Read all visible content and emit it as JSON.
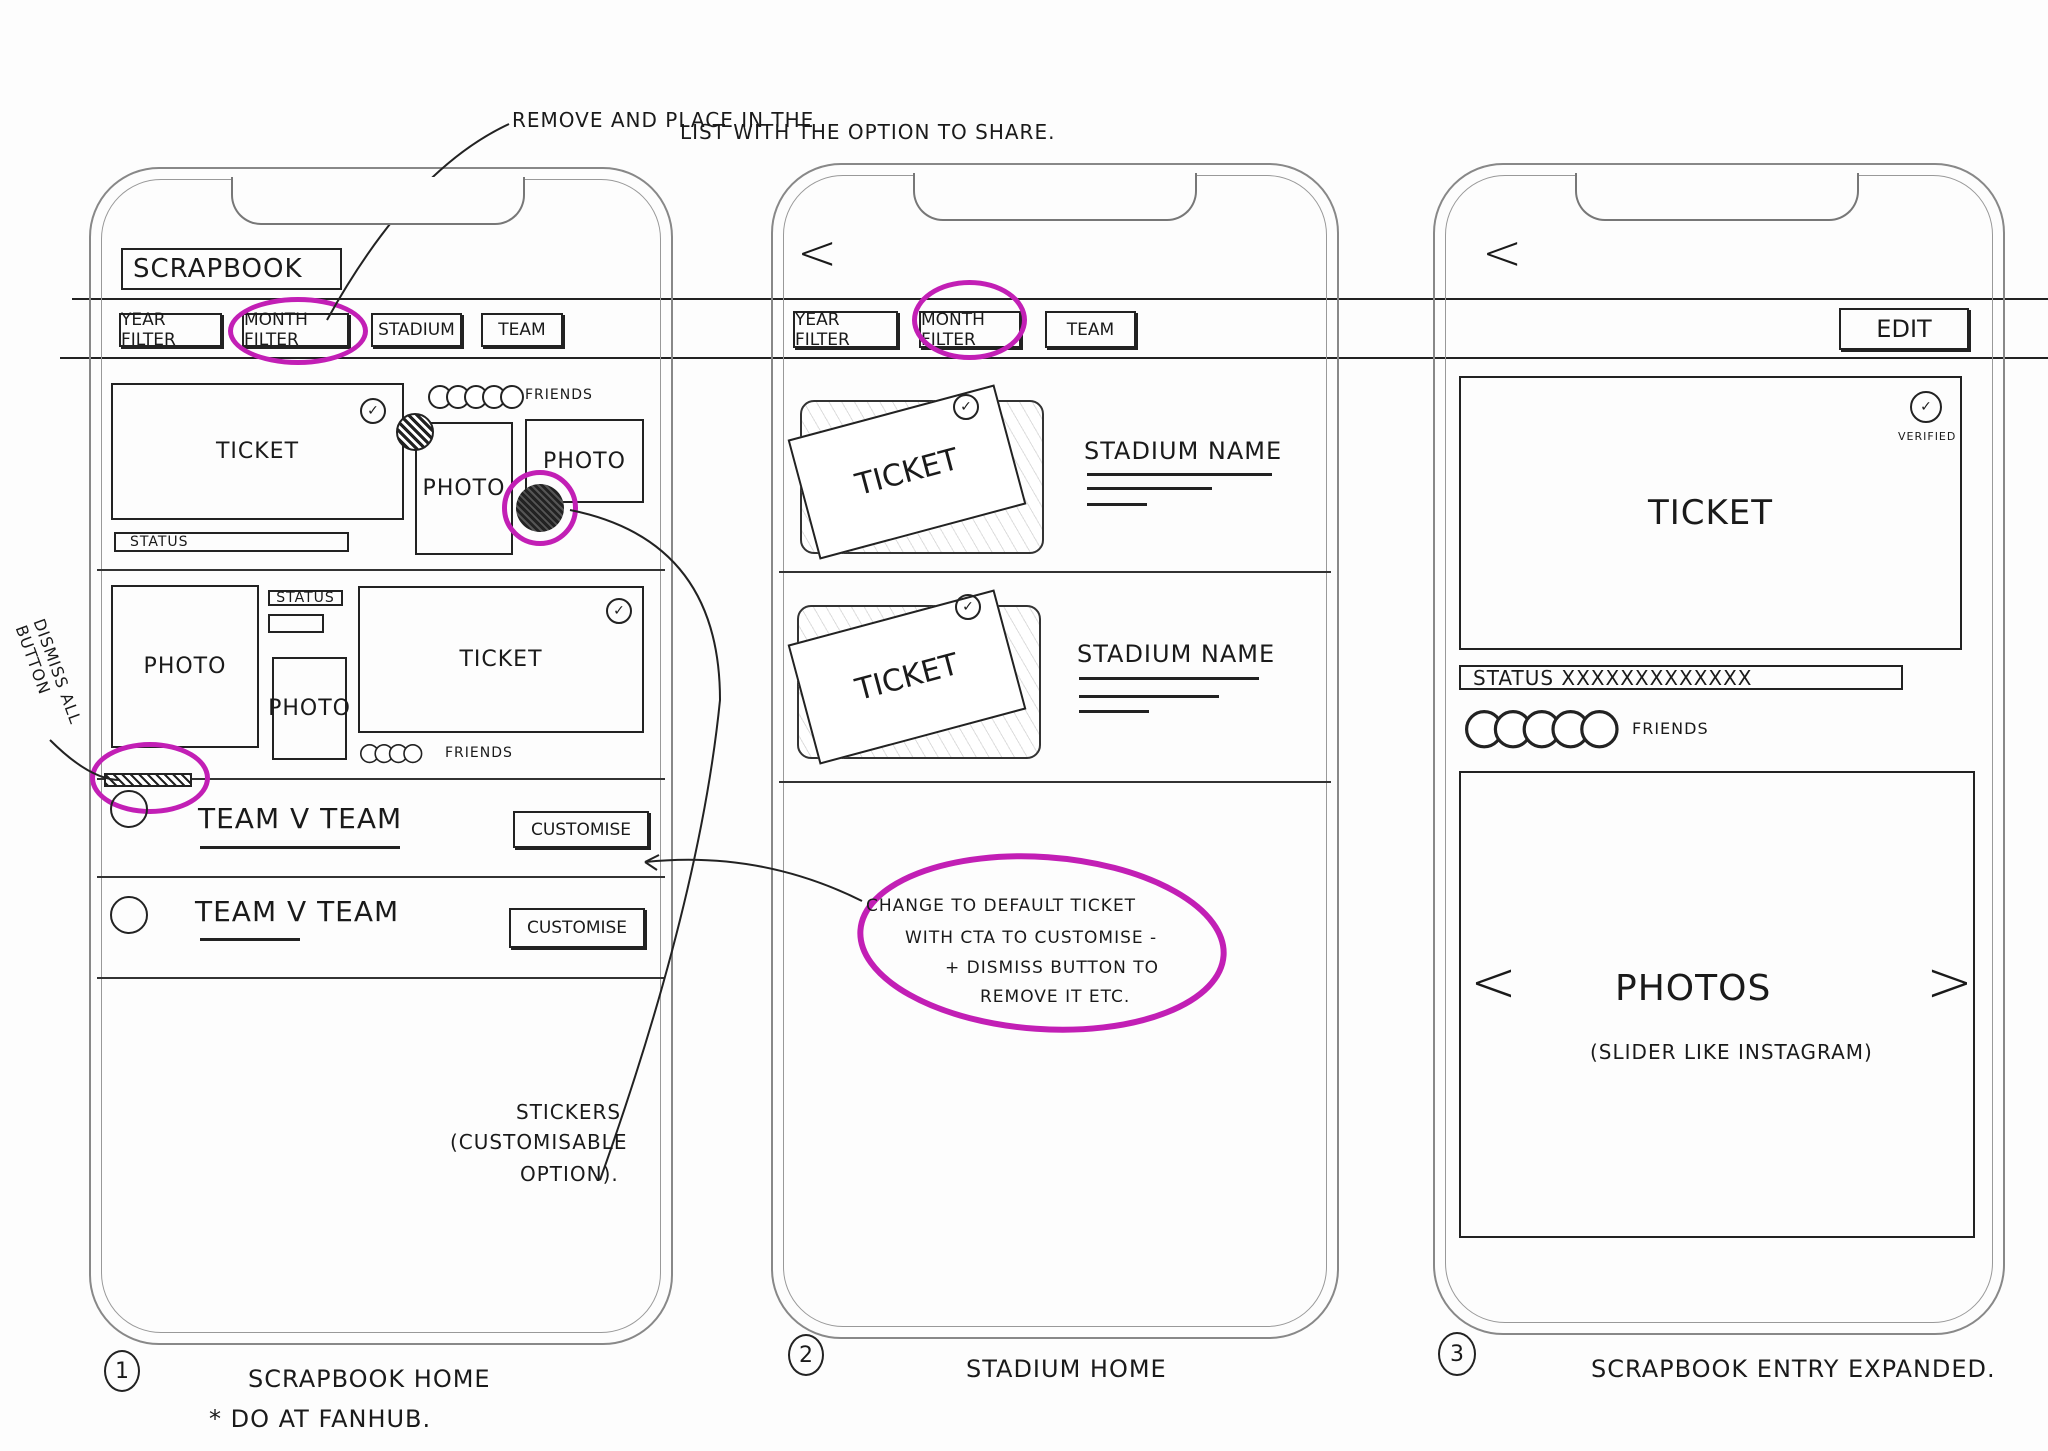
{
  "annotations": {
    "top_note_line1": "Remove and place in the",
    "top_note_line2": "list with the option to share.",
    "dismiss_note": "Dismiss all button",
    "stickers_line1": "Stickers",
    "stickers_line2": "(customisable",
    "stickers_line3": "option).",
    "ticket_note_line1": "Change to default ticket",
    "ticket_note_line2": "with CTA to customise -",
    "ticket_note_line3": "+ dismiss button to",
    "ticket_note_line4": "remove it etc."
  },
  "screen1": {
    "number": "1",
    "caption": "Scrapbook Home",
    "subcaption": "* Do at FanHub.",
    "title": "Scrapbook",
    "filters": [
      "Year Filter",
      "Month Filter",
      "Stadium",
      "Team"
    ],
    "card1": {
      "ticket": "Ticket",
      "status": "Status",
      "friends": "Friends",
      "photo1": "Photo",
      "photo2": "Photo"
    },
    "card2": {
      "photo1": "Photo",
      "status": "Status",
      "photo2": "Photo",
      "ticket": "Ticket",
      "friends": "Friends"
    },
    "rows": [
      {
        "title": "Team v Team",
        "button": "Customise"
      },
      {
        "title": "Team v Team",
        "button": "Customise"
      }
    ]
  },
  "screen2": {
    "number": "2",
    "caption": "Stadium Home",
    "filters": [
      "Year Filter",
      "Month Filter",
      "Team"
    ],
    "rows": [
      {
        "ticket": "Ticket",
        "stadium": "Stadium Name"
      },
      {
        "ticket": "Ticket",
        "stadium": "Stadium Name"
      }
    ]
  },
  "screen3": {
    "number": "3",
    "caption": "Scrapbook Entry Expanded.",
    "edit": "Edit",
    "ticket": "Ticket",
    "verified": "Verified",
    "status": "Status XXXXXXXXXXXXX",
    "friends": "Friends",
    "photos": "Photos",
    "photos_note": "(Slider like Instagram)"
  },
  "colors": {
    "highlight": "#c21fb5",
    "ink": "#1a1a1a"
  }
}
